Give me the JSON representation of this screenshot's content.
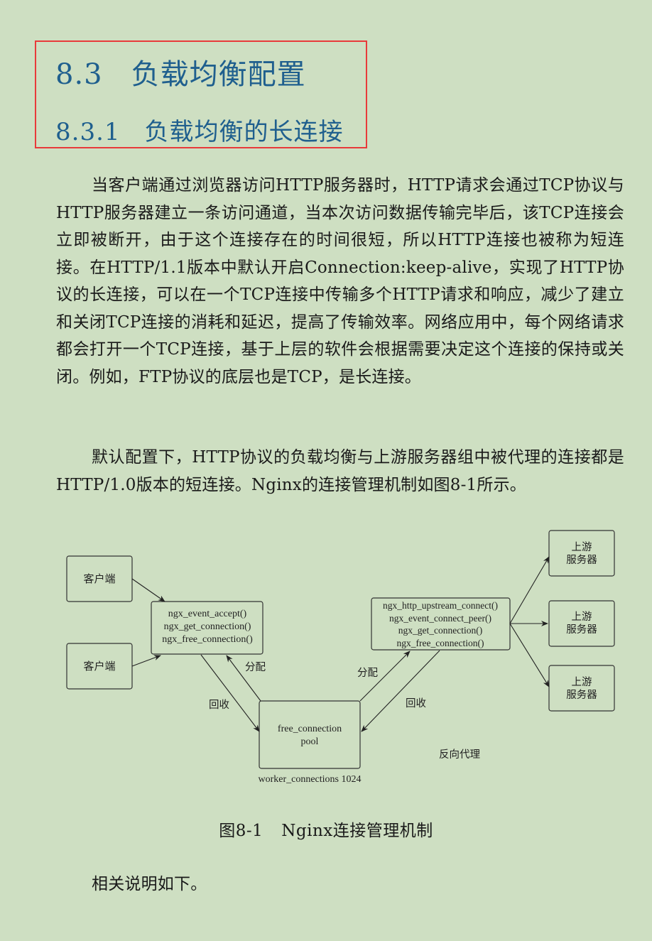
{
  "section": {
    "number": "8.3",
    "title": "负载均衡配置"
  },
  "subsection": {
    "number": "8.3.1",
    "title": "负载均衡的长连接"
  },
  "highlight_color": "#e83a3a",
  "heading_color": "#1f5f8e",
  "background_color": "#cedfc2",
  "paragraphs": [
    "当客户端通过浏览器访问HTTP服务器时，HTTP请求会通过TCP协议与HTTP服务器建立一条访问通道，当本次访问数据传输完毕后，该TCP连接会立即被断开，由于这个连接存在的时间很短，所以HTTP连接也被称为短连接。在HTTP/1.1版本中默认开启Connection:keep-alive，实现了HTTP协议的长连接，可以在一个TCP连接中传输多个HTTP请求和响应，减少了建立和关闭TCP连接的消耗和延迟，提高了传输效率。网络应用中，每个网络请求都会打开一个TCP连接，基于上层的软件会根据需要决定这个连接的保持或关闭。例如，FTP协议的底层也是TCP，是长连接。",
    "默认配置下，HTTP协议的负载均衡与上游服务器组中被代理的连接都是HTTP/1.0版本的短连接。Nginx的连接管理机制如图8-1所示。",
    "相关说明如下。"
  ],
  "diagram": {
    "clients": [
      "客户端",
      "客户端"
    ],
    "accept_box": [
      "ngx_event_accept()",
      "ngx_get_connection()",
      "ngx_free_connection()"
    ],
    "pool_box": [
      "free_connection",
      "pool"
    ],
    "pool_caption": "worker_connections 1024",
    "upstream_box": [
      "ngx_http_upstream_connect()",
      "ngx_event_connect_peer()",
      "ngx_get_connection()",
      "ngx_free_connection()"
    ],
    "servers": [
      {
        "line1": "上游",
        "line2": "服务器"
      },
      {
        "line1": "上游",
        "line2": "服务器"
      },
      {
        "line1": "上游",
        "line2": "服务器"
      }
    ],
    "label_allocate": "分配",
    "label_recycle": "回收",
    "label_reverse_proxy": "反向代理"
  },
  "figure_caption": {
    "number": "图8-1",
    "title": "Nginx连接管理机制"
  }
}
